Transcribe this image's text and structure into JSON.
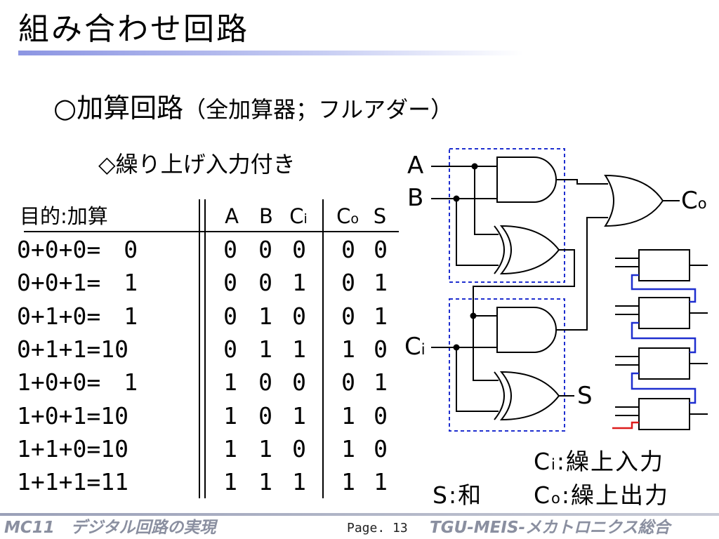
{
  "title": "組み合わせ回路",
  "heading": {
    "main": "○加算回路",
    "paren": "（全加算器；フルアダー）"
  },
  "subheading": "◇繰り上げ入力付き",
  "table": {
    "purpose_label": "目的:加算",
    "headers": [
      {
        "main": "A",
        "sub": ""
      },
      {
        "main": "B",
        "sub": ""
      },
      {
        "main": "C",
        "sub": "i"
      },
      {
        "main": "C",
        "sub": "o"
      },
      {
        "main": "S",
        "sub": ""
      }
    ],
    "equations": [
      "0+0+0=　0",
      "0+0+1=　1",
      "0+1+0=　1",
      "0+1+1=10",
      "1+0+0=　1",
      "1+0+1=10",
      "1+1+0=10",
      "1+1+1=11"
    ],
    "rows": [
      [
        "0",
        "0",
        "0",
        "0",
        "0"
      ],
      [
        "0",
        "0",
        "1",
        "0",
        "1"
      ],
      [
        "0",
        "1",
        "0",
        "0",
        "1"
      ],
      [
        "0",
        "1",
        "1",
        "1",
        "0"
      ],
      [
        "1",
        "0",
        "0",
        "0",
        "1"
      ],
      [
        "1",
        "0",
        "1",
        "1",
        "0"
      ],
      [
        "1",
        "1",
        "0",
        "1",
        "0"
      ],
      [
        "1",
        "1",
        "1",
        "1",
        "1"
      ]
    ]
  },
  "circuit": {
    "input_a": "A",
    "input_b": "B",
    "input_ci": {
      "main": "C",
      "sub": "i"
    },
    "output_co": {
      "main": "C",
      "sub": "o"
    },
    "output_s": "S",
    "colors": {
      "wire": "#000000",
      "half_adder_box": "#1f2fcf",
      "carry_chain": "#1f2fcf",
      "carry_in": "#dd1c1c"
    }
  },
  "legend": {
    "ci": {
      "main": "C",
      "sub": "i",
      "text": ":繰上入力"
    },
    "s": {
      "text": "S:和"
    },
    "co": {
      "main": "C",
      "sub": "o",
      "text": ":繰上出力"
    }
  },
  "footer": {
    "left": "MC11　デジタル回路の実現",
    "page": "Page. 13",
    "right": "TGU-MEIS-メカトロニクス総合"
  }
}
